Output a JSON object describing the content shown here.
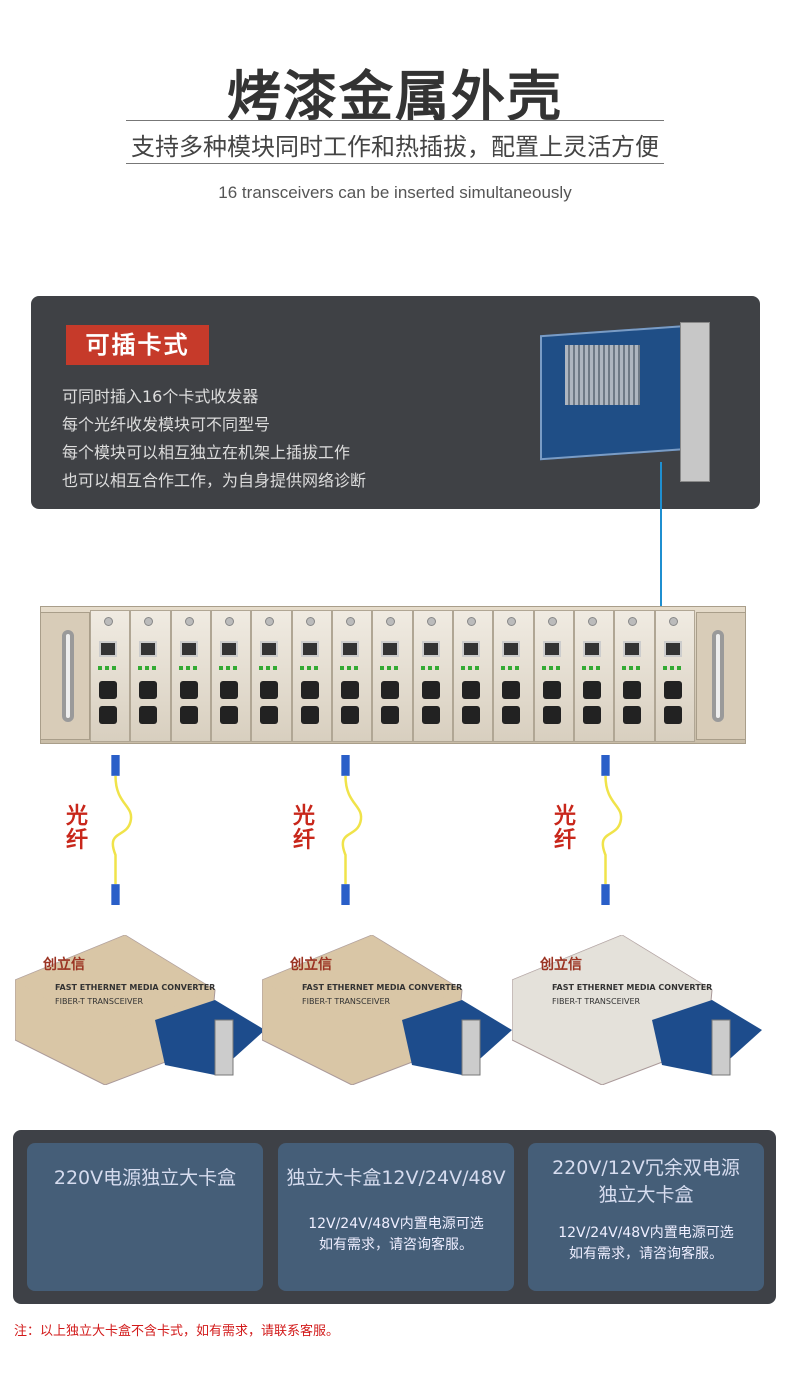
{
  "header": {
    "title": "烤漆金属外壳",
    "subtitle": "支持多种模块同时工作和热插拔，配置上灵活方便",
    "english": "16 transceivers can be inserted simultaneously"
  },
  "feature": {
    "tag": "可插卡式",
    "lines": [
      "可同时插入16个卡式收发器",
      "每个光纤收发模块可不同型号",
      "每个模块可以相互独立在机架上插拔工作",
      "也可以相互合作工作，为自身提供网络诊断"
    ]
  },
  "fiber_label": "光纤",
  "converter": {
    "brand": "创立信",
    "model": "FAST ETHERNET MEDIA CONVERTER",
    "sub": "FIBER-T TRANSCEIVER"
  },
  "options": [
    {
      "title": "220V电源独立大卡盒",
      "desc": [
        "",
        ""
      ]
    },
    {
      "title": "独立大卡盒12V/24V/48V",
      "desc": [
        "12V/24V/48V内置电源可选",
        "如有需求，请咨询客服。"
      ]
    },
    {
      "title": "220V/12V冗余双电源独立大卡盒",
      "desc": [
        "12V/24V/48V内置电源可选",
        "如有需求，请咨询客服。"
      ]
    }
  ],
  "note": "注：以上独立大卡盒不含卡式，如有需求，请联系客服。",
  "colors": {
    "tag": "#c63a2a",
    "panel": "#3f4145",
    "option": "#455e78",
    "note": "#d21a1a"
  }
}
